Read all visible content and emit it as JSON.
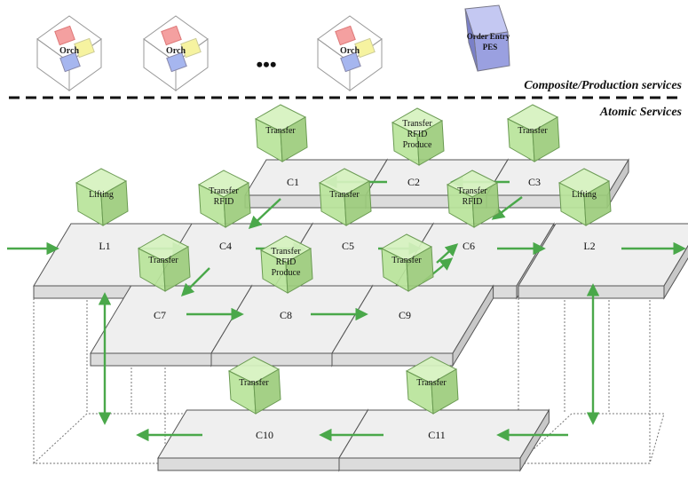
{
  "layers": {
    "composite_label": "Composite/Production services",
    "atomic_label": "Atomic Services",
    "ellipsis": "•••"
  },
  "orch_cubes": [
    {
      "label": "Orch"
    },
    {
      "label": "Orch"
    },
    {
      "label": "Orch"
    }
  ],
  "pes_cube": {
    "line1": "Order Entry",
    "line2": "PES"
  },
  "modules": [
    {
      "id": "C1",
      "label": "C1"
    },
    {
      "id": "C2",
      "label": "C2"
    },
    {
      "id": "C3",
      "label": "C3"
    },
    {
      "id": "L1",
      "label": "L1"
    },
    {
      "id": "C4",
      "label": "C4"
    },
    {
      "id": "C5",
      "label": "C5"
    },
    {
      "id": "C6",
      "label": "C6"
    },
    {
      "id": "L2",
      "label": "L2"
    },
    {
      "id": "C7",
      "label": "C7"
    },
    {
      "id": "C8",
      "label": "C8"
    },
    {
      "id": "C9",
      "label": "C9"
    },
    {
      "id": "C10",
      "label": "C10"
    },
    {
      "id": "C11",
      "label": "C11"
    }
  ],
  "services": [
    {
      "id": "s-c1",
      "lines": [
        "Transfer"
      ]
    },
    {
      "id": "s-c2",
      "lines": [
        "Transfer",
        "RFID",
        "Produce"
      ]
    },
    {
      "id": "s-c3",
      "lines": [
        "Transfer"
      ]
    },
    {
      "id": "s-l1",
      "lines": [
        "Lifting"
      ]
    },
    {
      "id": "s-c4",
      "lines": [
        "Transfer",
        "RFID"
      ]
    },
    {
      "id": "s-c5",
      "lines": [
        "Transfer"
      ]
    },
    {
      "id": "s-c6",
      "lines": [
        "Transfer",
        "RFID"
      ]
    },
    {
      "id": "s-l2",
      "lines": [
        "Lifting"
      ]
    },
    {
      "id": "s-c7",
      "lines": [
        "Transfer"
      ]
    },
    {
      "id": "s-c8",
      "lines": [
        "Transfer",
        "RFID",
        "Produce"
      ]
    },
    {
      "id": "s-c9",
      "lines": [
        "Transfer"
      ]
    },
    {
      "id": "s-c10",
      "lines": [
        "Transfer"
      ]
    },
    {
      "id": "s-c11",
      "lines": [
        "Transfer"
      ]
    }
  ],
  "colors": {
    "arrow": "#4aa84a",
    "slab_top": "#efefef",
    "slab_front": "#dcdcdc",
    "slab_side": "#c8c8c8",
    "cube_front": "#b8e49a",
    "cube_top": "#d6f2bf",
    "cube_side": "#9ccc7c",
    "pes_front": "#9aa0e0",
    "pes_top": "#c4c8f2",
    "pes_side": "#7a80c8"
  }
}
